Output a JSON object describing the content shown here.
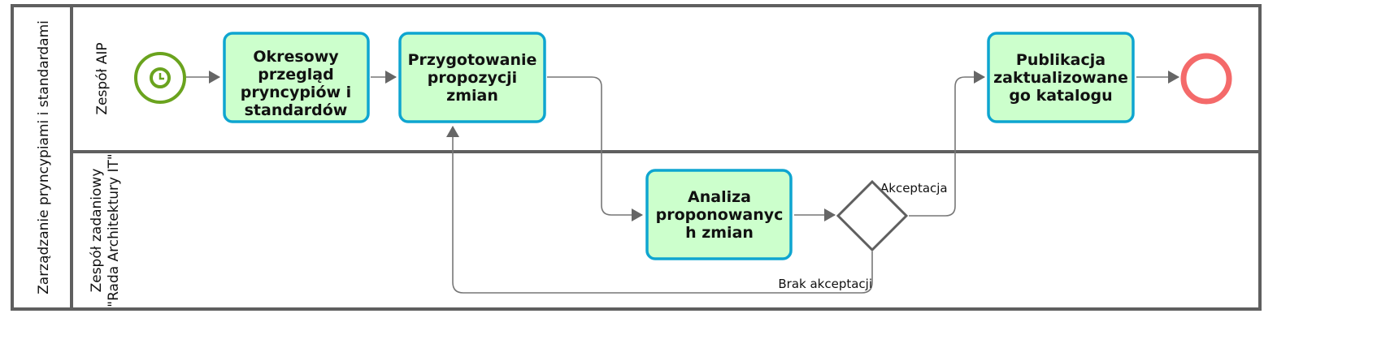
{
  "pool": {
    "label": "Zarządzanie pryncypiami i standardami"
  },
  "lanes": [
    {
      "label_lines": [
        "Zespół AIP"
      ]
    },
    {
      "label_lines": [
        "Zespół zadaniowy",
        "\"Rada Architektury IT\""
      ]
    }
  ],
  "tasks": [
    {
      "lines": [
        "Okresowy",
        "przegląd",
        "pryncypiów i",
        "standardów"
      ]
    },
    {
      "lines": [
        "Przygotowanie",
        "propozycji",
        "zmian"
      ]
    },
    {
      "lines": [
        "Analiza",
        "proponowanyc",
        "h zmian"
      ]
    },
    {
      "lines": [
        "Publikacja",
        "zaktualizowane",
        "go katalogu"
      ]
    }
  ],
  "events": {
    "start": "timer-start-event",
    "end": "end-event"
  },
  "flows": {
    "accept_label": "Akceptacja",
    "reject_label": "Brak akceptacji"
  },
  "colors": {
    "task_fill": "#ccffcc",
    "task_stroke": "#0ea5d0",
    "start": "#6aa31e",
    "end": "#f46a6a",
    "line": "#5f5f5f"
  }
}
